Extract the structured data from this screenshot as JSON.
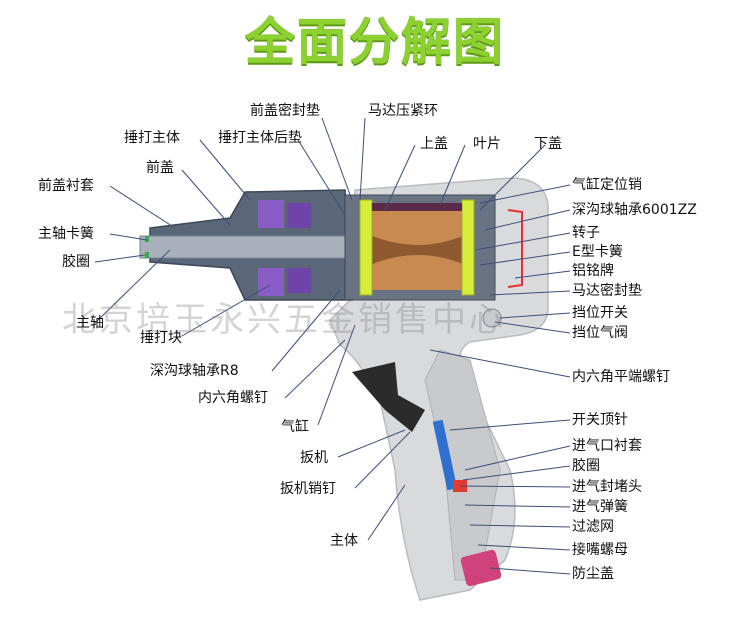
{
  "title": "全面分解图",
  "watermark": "北京培玉永兴五金销售中心",
  "labels": {
    "front_cover_gasket": "前盖密封垫",
    "motor_clamp_ring": "马达压紧环",
    "hammer_body": "捶打主体",
    "hammer_rear_pad": "捶打主体后垫",
    "upper_cover": "上盖",
    "blade": "叶片",
    "lower_cover": "下盖",
    "front_cover": "前盖",
    "cylinder_pin": "气缸定位销",
    "front_bushing": "前盖衬套",
    "bearing_6001": "深沟球轴承6001ZZ",
    "spindle_clip": "主轴卡簧",
    "rotor": "转子",
    "e_clip": "E型卡簧",
    "rubber_ring": "胶圈",
    "aluminum_plate": "铝铭牌",
    "motor_seal": "马达密封垫",
    "spindle": "主轴",
    "switch": "挡位开关",
    "hammer_block": "捶打块",
    "valve": "挡位气阀",
    "bearing_r8": "深沟球轴承R8",
    "hex_screw": "内六角螺钉",
    "flat_screw": "内六角平端螺钉",
    "cylinder": "气缸",
    "switch_pin": "开关顶针",
    "trigger": "扳机",
    "inlet_bushing": "进气口衬套",
    "inlet_rubber": "胶圈",
    "inlet_plug": "进气封堵头",
    "trigger_pin": "扳机销钉",
    "inlet_spring": "进气弹簧",
    "filter": "过滤网",
    "nozzle_nut": "接嘴螺母",
    "main_body": "主体",
    "dust_cap": "防尘盖"
  },
  "colors": {
    "title": "#8cd12f",
    "housing": "#5a6778",
    "body": "#d9dadc",
    "purple": "#8a5cc8",
    "rotor": "#c98a52",
    "yellow_green": "#d6ee3a",
    "blue_rod": "#2f6fd0",
    "dust_cap": "#d0437a",
    "leader": "#3d4f7a"
  }
}
